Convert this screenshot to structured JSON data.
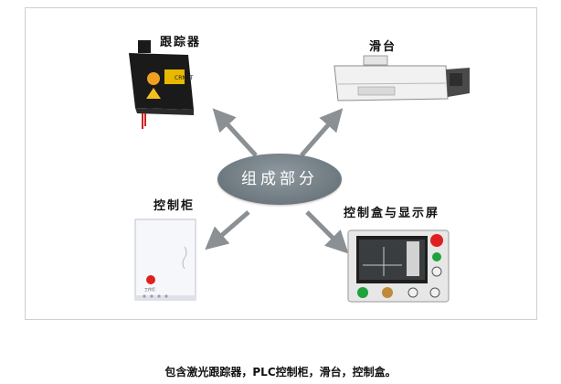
{
  "diagram": {
    "center_label": "组成部分",
    "components": [
      {
        "label": "跟踪器",
        "icon": "laser-tracker-icon"
      },
      {
        "label": "滑台",
        "icon": "sliding-table-icon"
      },
      {
        "label": "控制柜",
        "icon": "control-cabinet-icon"
      },
      {
        "label": "控制盒与显示屏",
        "icon": "control-box-display-icon"
      }
    ],
    "tracker_badge": "CRNET",
    "cabinet_tag": "工作灯",
    "colors": {
      "hub": "#727d83",
      "arrow": "#8a9094",
      "tracker_body": "#1a1a1a",
      "tracker_badge": "#e8b800",
      "cabinet_red": "#e02020",
      "screen_green": "#1ea23c"
    }
  },
  "caption": "包含激光跟踪器，PLC控制柜，滑台，控制盒。"
}
